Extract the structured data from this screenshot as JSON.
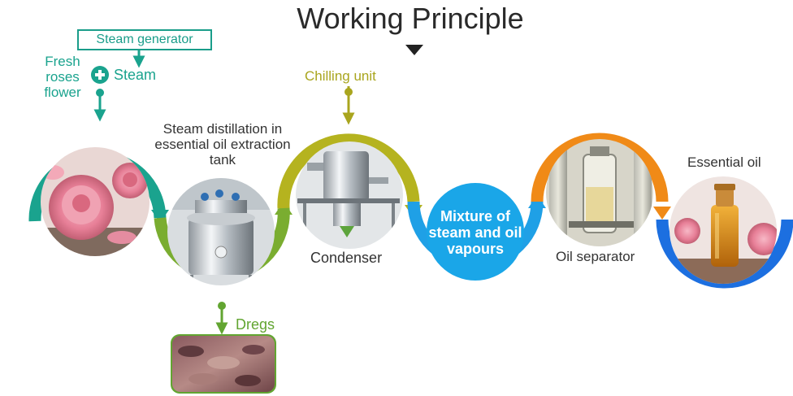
{
  "title": "Working Principle",
  "inputs": {
    "steam_generator": "Steam generator",
    "fresh_roses_flower": "Fresh roses flower",
    "steam": "Steam",
    "chilling_unit": "Chilling unit"
  },
  "stages": [
    {
      "id": "raw",
      "label": "",
      "icon": "rose-photo"
    },
    {
      "id": "tank",
      "label": "Steam distillation in essential oil extraction tank",
      "icon": "extraction-tank-photo"
    },
    {
      "id": "condenser",
      "label": "Condenser",
      "icon": "condenser-photo"
    },
    {
      "id": "mixture",
      "label": "Mixture of steam and oil vapours",
      "icon": "mixture-disc"
    },
    {
      "id": "separator",
      "label": "Oil separator",
      "icon": "separator-photo"
    },
    {
      "id": "oil",
      "label": "Essential oil",
      "icon": "essential-oil-photo"
    }
  ],
  "byproduct": {
    "label": "Dregs",
    "icon": "dregs-photo"
  },
  "colors": {
    "teal": "#1aa38e",
    "green": "#7aad30",
    "olive": "#b5b31f",
    "sky": "#1fa0e6",
    "orange": "#f08a17",
    "blue": "#1c6fe0",
    "text": "#333333"
  }
}
